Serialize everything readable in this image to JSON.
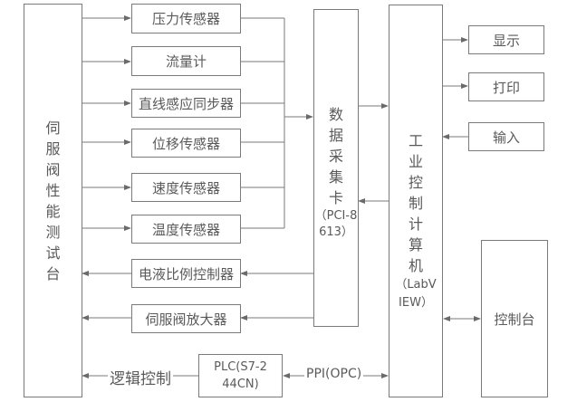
{
  "diagram": {
    "test_bench": "伺服阀性能测试台",
    "sensors": [
      {
        "label": "压力传感器",
        "direction": "from-bench"
      },
      {
        "label": "流量计",
        "direction": "from-bench"
      },
      {
        "label": "直线感应同步器",
        "direction": "from-bench"
      },
      {
        "label": "位移传感器",
        "direction": "from-bench"
      },
      {
        "label": "速度传感器",
        "direction": "from-bench"
      },
      {
        "label": "温度传感器",
        "direction": "from-bench"
      }
    ],
    "actuators": [
      {
        "label": "电液比例控制器",
        "direction": "to-bench"
      },
      {
        "label": "伺服阀放大器",
        "direction": "to-bench"
      }
    ],
    "daq_card": {
      "label": "数据采集卡",
      "model": "（PCI-8613）"
    },
    "ipc": {
      "label": "工业控制计算机",
      "software": "（LabVIEW）"
    },
    "peripherals": [
      {
        "label": "显示",
        "direction": "from-ipc"
      },
      {
        "label": "打印",
        "direction": "from-ipc"
      },
      {
        "label": "输入",
        "direction": "to-ipc"
      }
    ],
    "console": {
      "label": "控制台",
      "link": "bidirectional"
    },
    "plc": {
      "label": "PLC(S7-244CN)"
    },
    "links": {
      "logic_control": "逻辑控制",
      "ppi_opc": "PPI(OPC)"
    }
  }
}
